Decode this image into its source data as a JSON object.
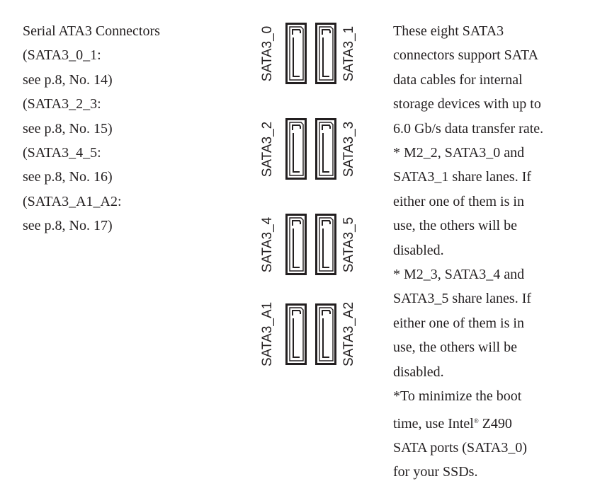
{
  "left_text": [
    "Serial ATA3 Connectors",
    "(SATA3_0_1:",
    "see p.8, No. 14)",
    "(SATA3_2_3:",
    "see p.8, No. 15)",
    "(SATA3_4_5:",
    "see p.8, No. 16)",
    "(SATA3_A1_A2:",
    "see p.8, No. 17)"
  ],
  "right_text": [
    "These eight SATA3",
    "connectors support SATA",
    "data cables for internal",
    "storage devices with up to",
    "6.0 Gb/s data transfer rate.",
    "* M2_2, SATA3_0 and",
    "SATA3_1 share lanes. If",
    "either one of them is in",
    "use, the others will be",
    "disabled.",
    "* M2_3, SATA3_4 and",
    "SATA3_5 share lanes. If",
    "either one of them is in",
    "use, the others will be",
    "disabled.",
    "*To minimize the boot"
  ],
  "right_text_intel": {
    "pre": "time, use Intel",
    "reg": "®",
    "post": " Z490"
  },
  "right_text_end": [
    "SATA ports (SATA3_0)",
    "for your SSDs."
  ],
  "connectors": [
    {
      "left": "SATA3_0",
      "right": "SATA3_1"
    },
    {
      "left": "SATA3_2",
      "right": "SATA3_3"
    },
    {
      "left": "SATA3_4",
      "right": "SATA3_5"
    },
    {
      "left": "SATA3_A1",
      "right": "SATA3_A2"
    }
  ]
}
